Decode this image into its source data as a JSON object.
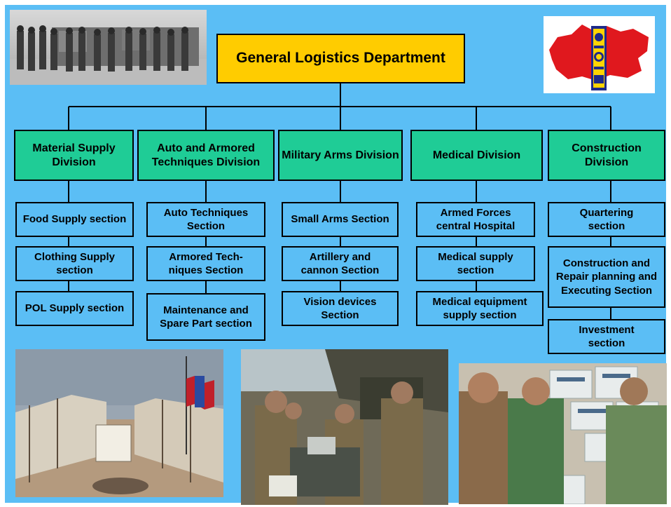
{
  "root": {
    "label": "General Logistics Department"
  },
  "divisions": [
    {
      "label": "Material Supply Division",
      "sections": [
        "Food Supply section",
        "Clothing Supply section",
        "POL Supply section"
      ]
    },
    {
      "label": "Auto and Armored Techniques Division",
      "sections": [
        "Auto Techniques Section",
        "Armored Tech-niques Section",
        "Maintenance and Spare Part section"
      ]
    },
    {
      "label": "Military Arms Division",
      "sections": [
        "Small Arms Section",
        "Artillery and cannon Section",
        "Vision devices Section"
      ]
    },
    {
      "label": "Medical Division",
      "sections": [
        "Armed Forces central Hospital",
        "Medical supply section",
        "Medical equipment supply section"
      ]
    },
    {
      "label": "Construction Division",
      "sections": [
        "Quartering section",
        "Construction and Repair planning and Executing Section",
        "Investment section"
      ]
    }
  ],
  "colors": {
    "background": "#5bbef5",
    "root": "#ffcc00",
    "division": "#1fcc96",
    "lines": "#000000"
  },
  "images": [
    "historic-troops-photo",
    "mongolia-map-soyombo-emblem",
    "tent-camp-photo",
    "soldiers-equipment-photo",
    "soldiers-supplies-photo"
  ]
}
